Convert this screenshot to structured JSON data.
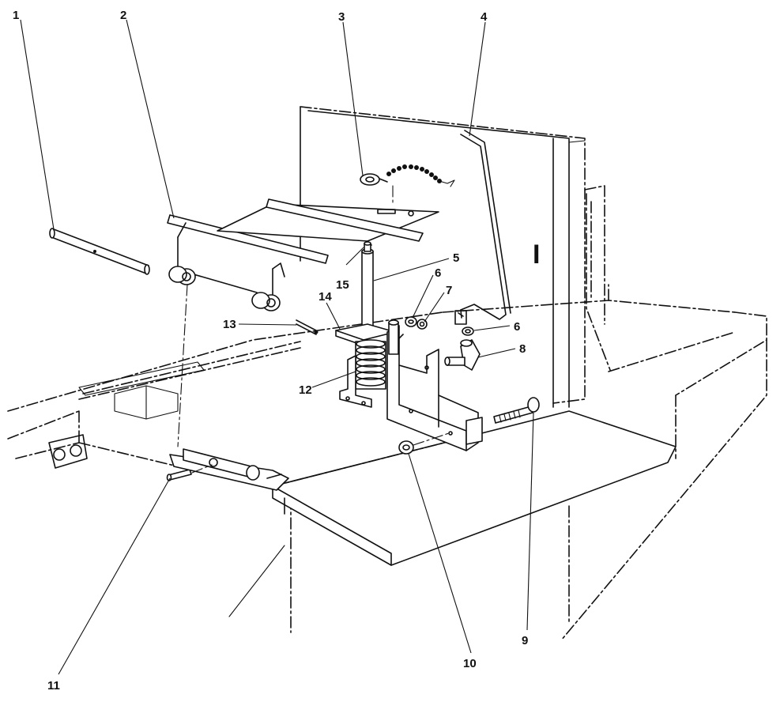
{
  "diagram": {
    "section_mark": "I",
    "callouts": [
      {
        "id": "c1",
        "label": "1"
      },
      {
        "id": "c2",
        "label": "2"
      },
      {
        "id": "c3",
        "label": "3"
      },
      {
        "id": "c4",
        "label": "4"
      },
      {
        "id": "c5",
        "label": "5"
      },
      {
        "id": "c6a",
        "label": "6"
      },
      {
        "id": "c6b",
        "label": "6"
      },
      {
        "id": "c7",
        "label": "7"
      },
      {
        "id": "c8",
        "label": "8"
      },
      {
        "id": "c9",
        "label": "9"
      },
      {
        "id": "c10",
        "label": "10"
      },
      {
        "id": "c11",
        "label": "11"
      },
      {
        "id": "c12",
        "label": "12"
      },
      {
        "id": "c13",
        "label": "13"
      },
      {
        "id": "c14",
        "label": "14"
      },
      {
        "id": "c15",
        "label": "15"
      }
    ]
  }
}
